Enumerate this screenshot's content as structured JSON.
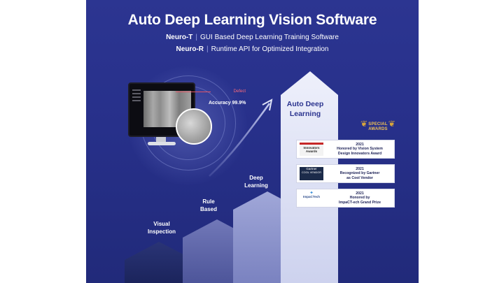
{
  "header": {
    "title": "Auto Deep Learning Vision Software",
    "neuro_t_name": "Neuro-T",
    "neuro_t_desc": "GUI Based Deep Learning Training Software",
    "neuro_r_name": "Neuro-R",
    "neuro_r_desc": "Runtime API for Optimized Integration",
    "separator": "|"
  },
  "inspection": {
    "defect_label": "Defect",
    "accuracy_label": "Accuracy 99.9%"
  },
  "steps": [
    {
      "label_line1": "Visual",
      "label_line2": "Inspection"
    },
    {
      "label_line1": "Rule",
      "label_line2": "Based"
    },
    {
      "label_line1": "Deep",
      "label_line2": "Learning"
    },
    {
      "label_line1": "Auto Deep",
      "label_line2": "Learning"
    }
  ],
  "awards": {
    "badge_line1": "SPECIAL",
    "badge_line2": "AWARDS",
    "items": [
      {
        "logo_line1": "Innovators",
        "logo_line2": "Awards",
        "year": "2021",
        "line1": "Honored by Vision System",
        "line2": "Design Innovators Award"
      },
      {
        "logo_line1": "Gartner",
        "logo_line2": "COOL VENDOR",
        "year": "2021",
        "line1": "Recognized by Gartner",
        "line2": "as Cool Vendor"
      },
      {
        "logo_line1": "ImpaCT",
        "logo_line2": "ImpaCTech",
        "year": "2021",
        "line1": "Honored by",
        "line2": "ImpaCT-ech Grand Prize"
      }
    ]
  },
  "colors": {
    "panel_background": "#27308a",
    "step_1": "#25306e",
    "step_2": "#5e66a8",
    "step_3": "#8d95cc",
    "step_4": "#dfe3f6",
    "defect_accent": "#ff6b7a",
    "award_gold": "#f4c453"
  }
}
